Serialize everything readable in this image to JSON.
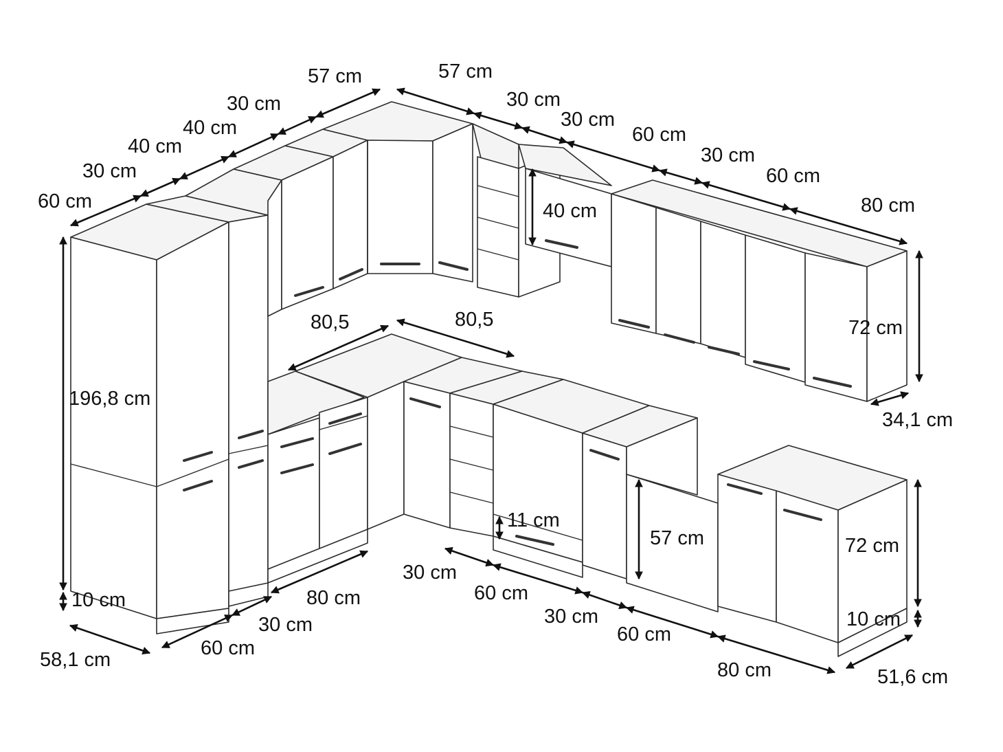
{
  "labels": {
    "top_60": "60 cm",
    "top_30a": "30 cm",
    "top_40a": "40 cm",
    "top_40b": "40 cm",
    "top_30b": "30 cm",
    "top_57a": "57 cm",
    "top_57b": "57 cm",
    "top_30c": "30 cm",
    "top_30d": "30 cm",
    "top_60b": "60 cm",
    "top_30e": "30 cm",
    "top_60c": "60 cm",
    "top_80": "80 cm",
    "wall_40": "40 cm",
    "wall_72": "72 cm",
    "wall_depth": "34,1 cm",
    "corner_a": "80,5",
    "corner_b": "80,5",
    "tall_height": "196,8 cm",
    "plinth_left": "10 cm",
    "depth_left": "58,1 cm",
    "bottom_60a": "60 cm",
    "bottom_30a": "30 cm",
    "bottom_80a": "80 cm",
    "drawer_11": "11 cm",
    "bottom_30b": "30 cm",
    "bottom_60b": "60 cm",
    "bottom_30c": "30 cm",
    "bottom_60c": "60 cm",
    "oven_57": "57 cm",
    "base_72": "72 cm",
    "plinth_right": "10 cm",
    "bottom_80b": "80 cm",
    "depth_right": "51,6 cm"
  }
}
